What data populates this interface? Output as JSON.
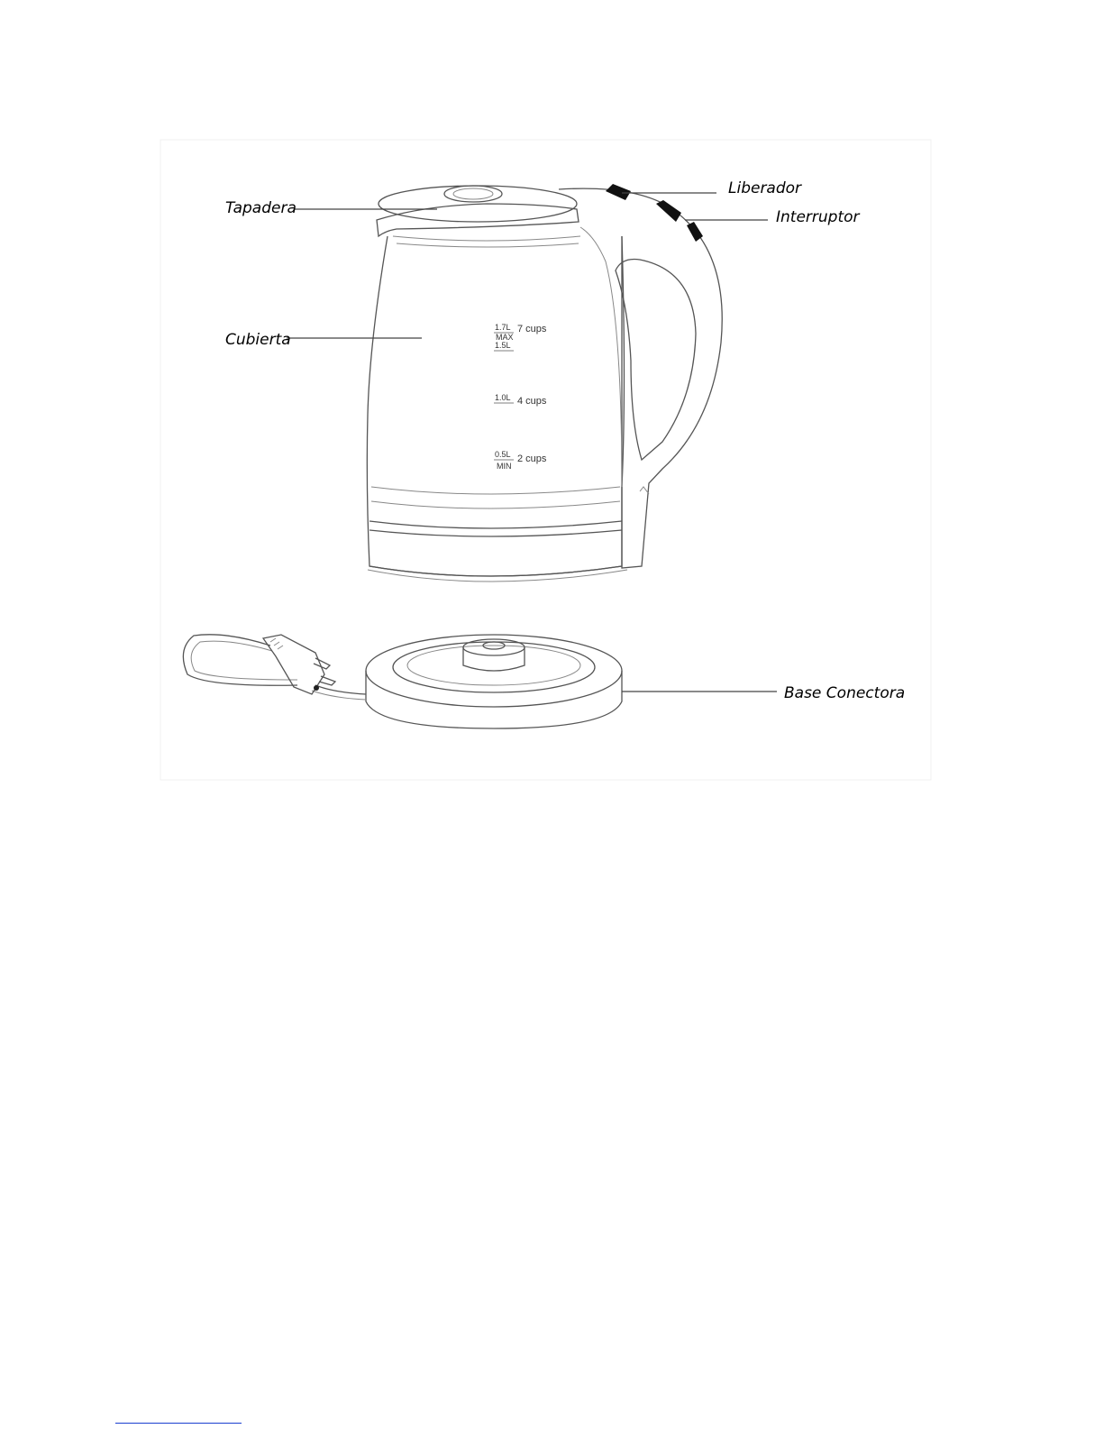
{
  "labels": {
    "tapadera": "Tapadera",
    "liberador": "Liberador",
    "interruptor": "Interruptor",
    "cubierta": "Cubierta",
    "base": "Base Conectora"
  },
  "markings": {
    "max_volume": "1.7L",
    "max_tag": "MAX",
    "mid_high": "1.5L",
    "max_cups": "7 cups",
    "mid_volume": "1.0L",
    "mid_cups": "4 cups",
    "min_volume": "0.5L",
    "min_tag": "MIN",
    "min_cups": "2 cups"
  }
}
